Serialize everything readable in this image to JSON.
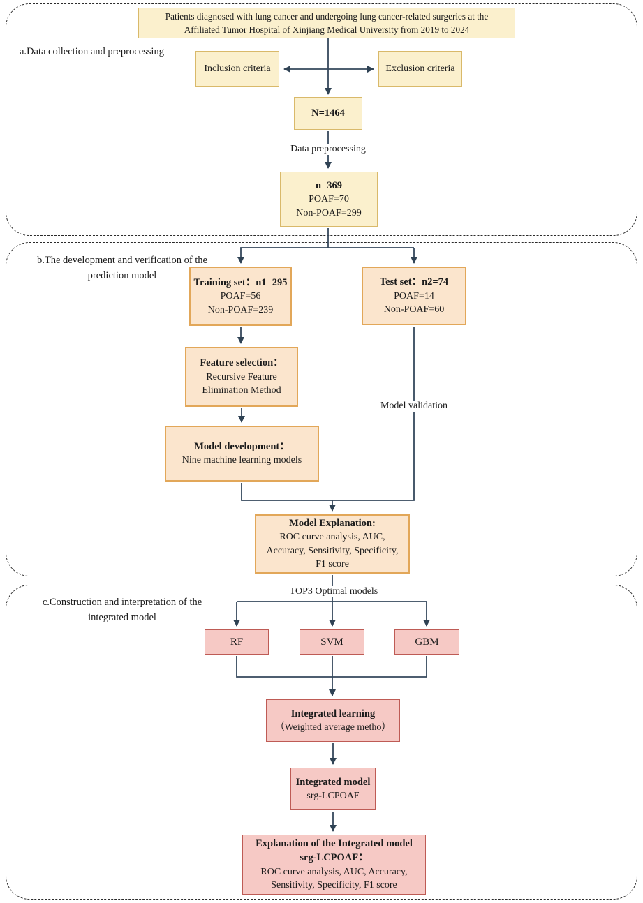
{
  "colors": {
    "yellow_fill": "#FBF0CD",
    "yellow_border": "#D9B96A",
    "peach_fill": "#FBE5CD",
    "peach_border": "#E2A759",
    "pink_fill": "#F6C9C5",
    "pink_border": "#BE5B55",
    "connector": "#35485C",
    "section_border": "#2A2A2A"
  },
  "sections": {
    "a": {
      "label": "a.Data collection and preprocessing"
    },
    "b": {
      "label_line1": "b.The development and verification of the",
      "label_line2": "prediction model"
    },
    "c": {
      "label_line1": "c.Construction and interpretation of the",
      "label_line2": "integrated model"
    }
  },
  "nodes": {
    "source": {
      "text": "Patients diagnosed with lung cancer and undergoing lung cancer-related surgeries at the Affiliated Tumor Hospital of Xinjiang Medical University from 2019 to 2024"
    },
    "inclusion": {
      "text": "Inclusion criteria"
    },
    "exclusion": {
      "text": "Exclusion criteria"
    },
    "cohort": {
      "text": "N=1464"
    },
    "preprocessed": {
      "title": "n=369",
      "line1": "POAF=70",
      "line2": "Non-POAF=299"
    },
    "training": {
      "title": "Training set：n1=295",
      "line1": "POAF=56",
      "line2": "Non-POAF=239"
    },
    "test": {
      "title": "Test set：n2=74",
      "line1": "POAF=14",
      "line2": "Non-POAF=60"
    },
    "feature_selection": {
      "title": "Feature selection：",
      "line1": "Recursive Feature",
      "line2": "Elimination Method"
    },
    "model_development": {
      "title": "Model development：",
      "line1": "Nine machine learning models"
    },
    "model_explanation": {
      "title": "Model Explanation:",
      "body": "ROC curve analysis, AUC, Accuracy, Sensitivity, Specificity, F1 score"
    },
    "rf": {
      "text": "RF"
    },
    "svm": {
      "text": "SVM"
    },
    "gbm": {
      "text": "GBM"
    },
    "integrated_learning": {
      "title": "Integrated learning",
      "body": "（Weighted average metho）"
    },
    "integrated_model": {
      "title": "Integrated model",
      "body": "srg-LCPOAF"
    },
    "final_explanation": {
      "title_line1": "Explanation of the Integrated model",
      "title_line2": "srg-LCPOAF：",
      "body": "ROC curve analysis, AUC, Accuracy, Sensitivity, Specificity, F1 score"
    }
  },
  "edge_labels": {
    "data_preprocessing": "Data preprocessing",
    "model_validation": "Model validation",
    "top3": "TOP3 Optimal models"
  }
}
